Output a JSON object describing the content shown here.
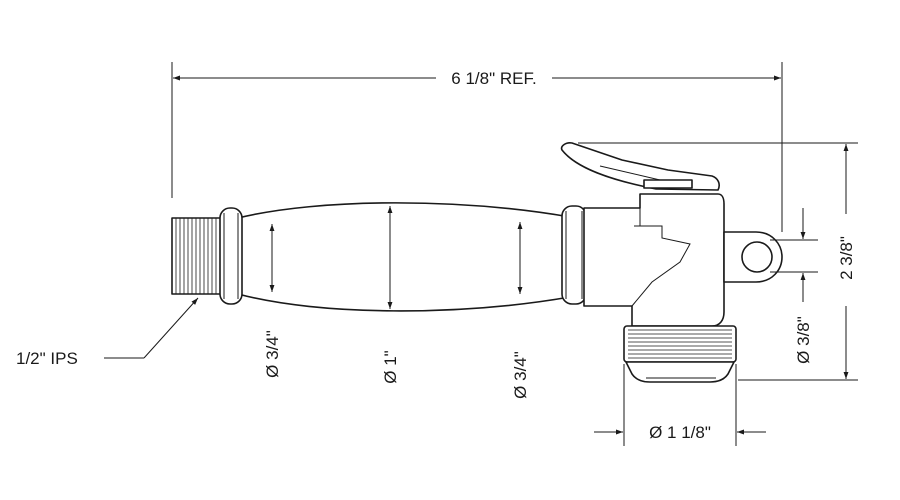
{
  "dimensions": {
    "overall_length": "6 1/8\" REF.",
    "overall_height": "2 3/8\"",
    "connection": "1/2\" IPS",
    "diameter_left": "Ø 3/4\"",
    "diameter_center": "Ø 1\"",
    "diameter_right": "Ø 3/4\"",
    "nozzle_diameter": "Ø 1 1/8\"",
    "hanger_hole": "Ø 3/8\""
  }
}
